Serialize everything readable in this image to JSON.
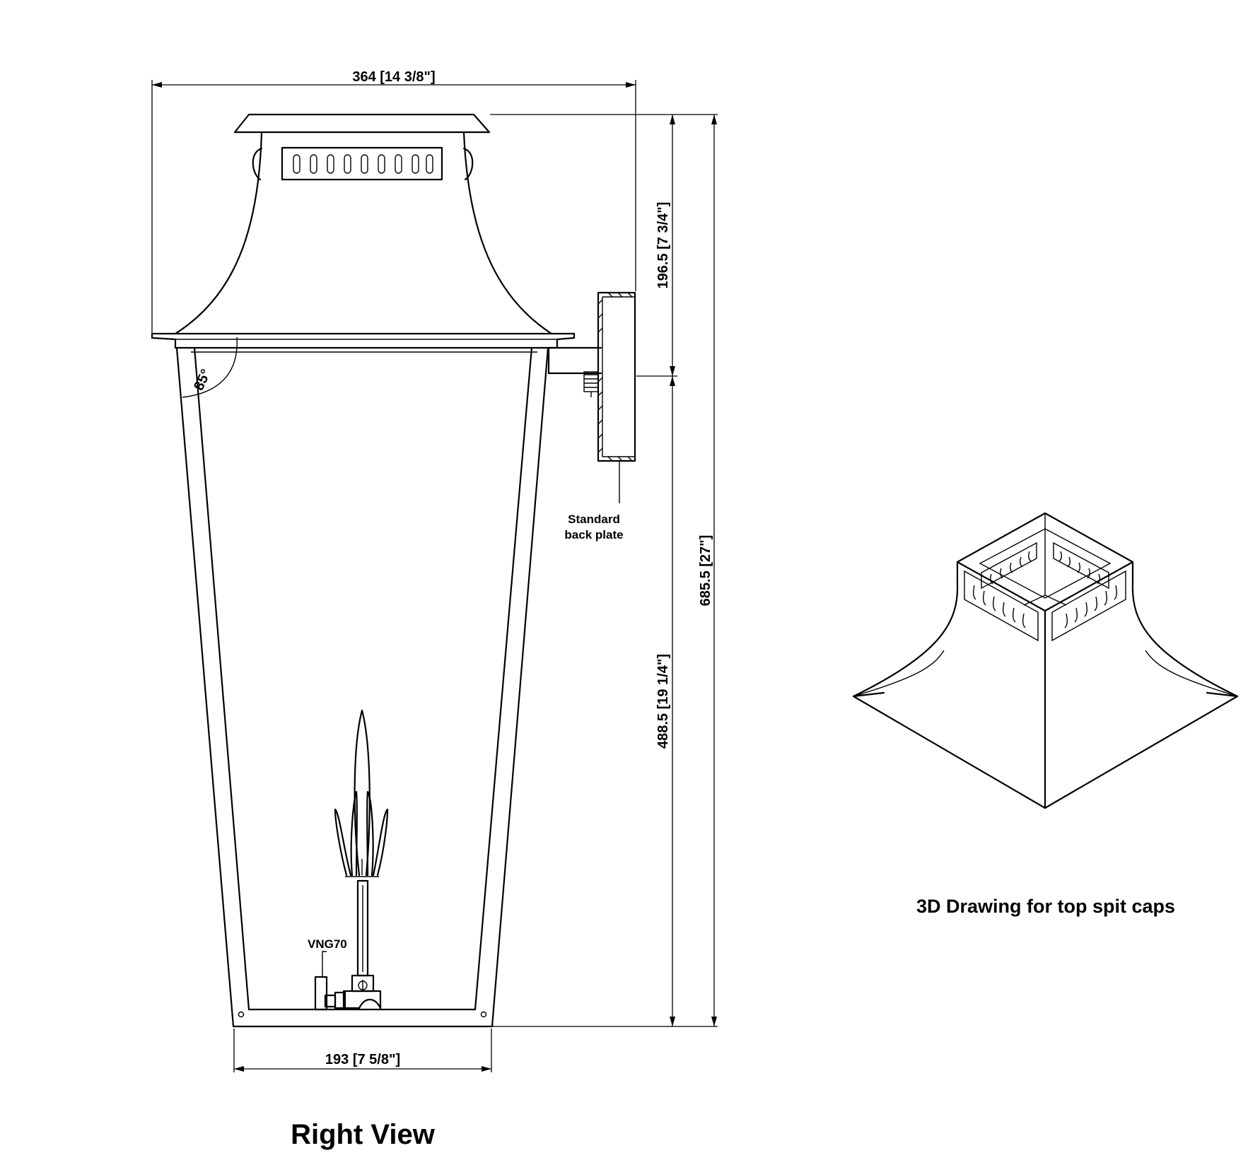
{
  "diagram": {
    "view_title": "Right View",
    "caption_3d": "3D Drawing for top spit caps",
    "angle_label": "85°",
    "labels": {
      "back_plate_line1": "Standard",
      "back_plate_line2": "back plate",
      "valve": "VNG70"
    },
    "dimensions": {
      "top_width": "364 [14 3/8\"]",
      "bottom_width": "193 [7 5/8\"]",
      "top_height": "196.5 [7 3/4\"]",
      "lower_height": "488.5 [19 1/4\"]",
      "total_height": "685.5 [27\"]"
    }
  }
}
